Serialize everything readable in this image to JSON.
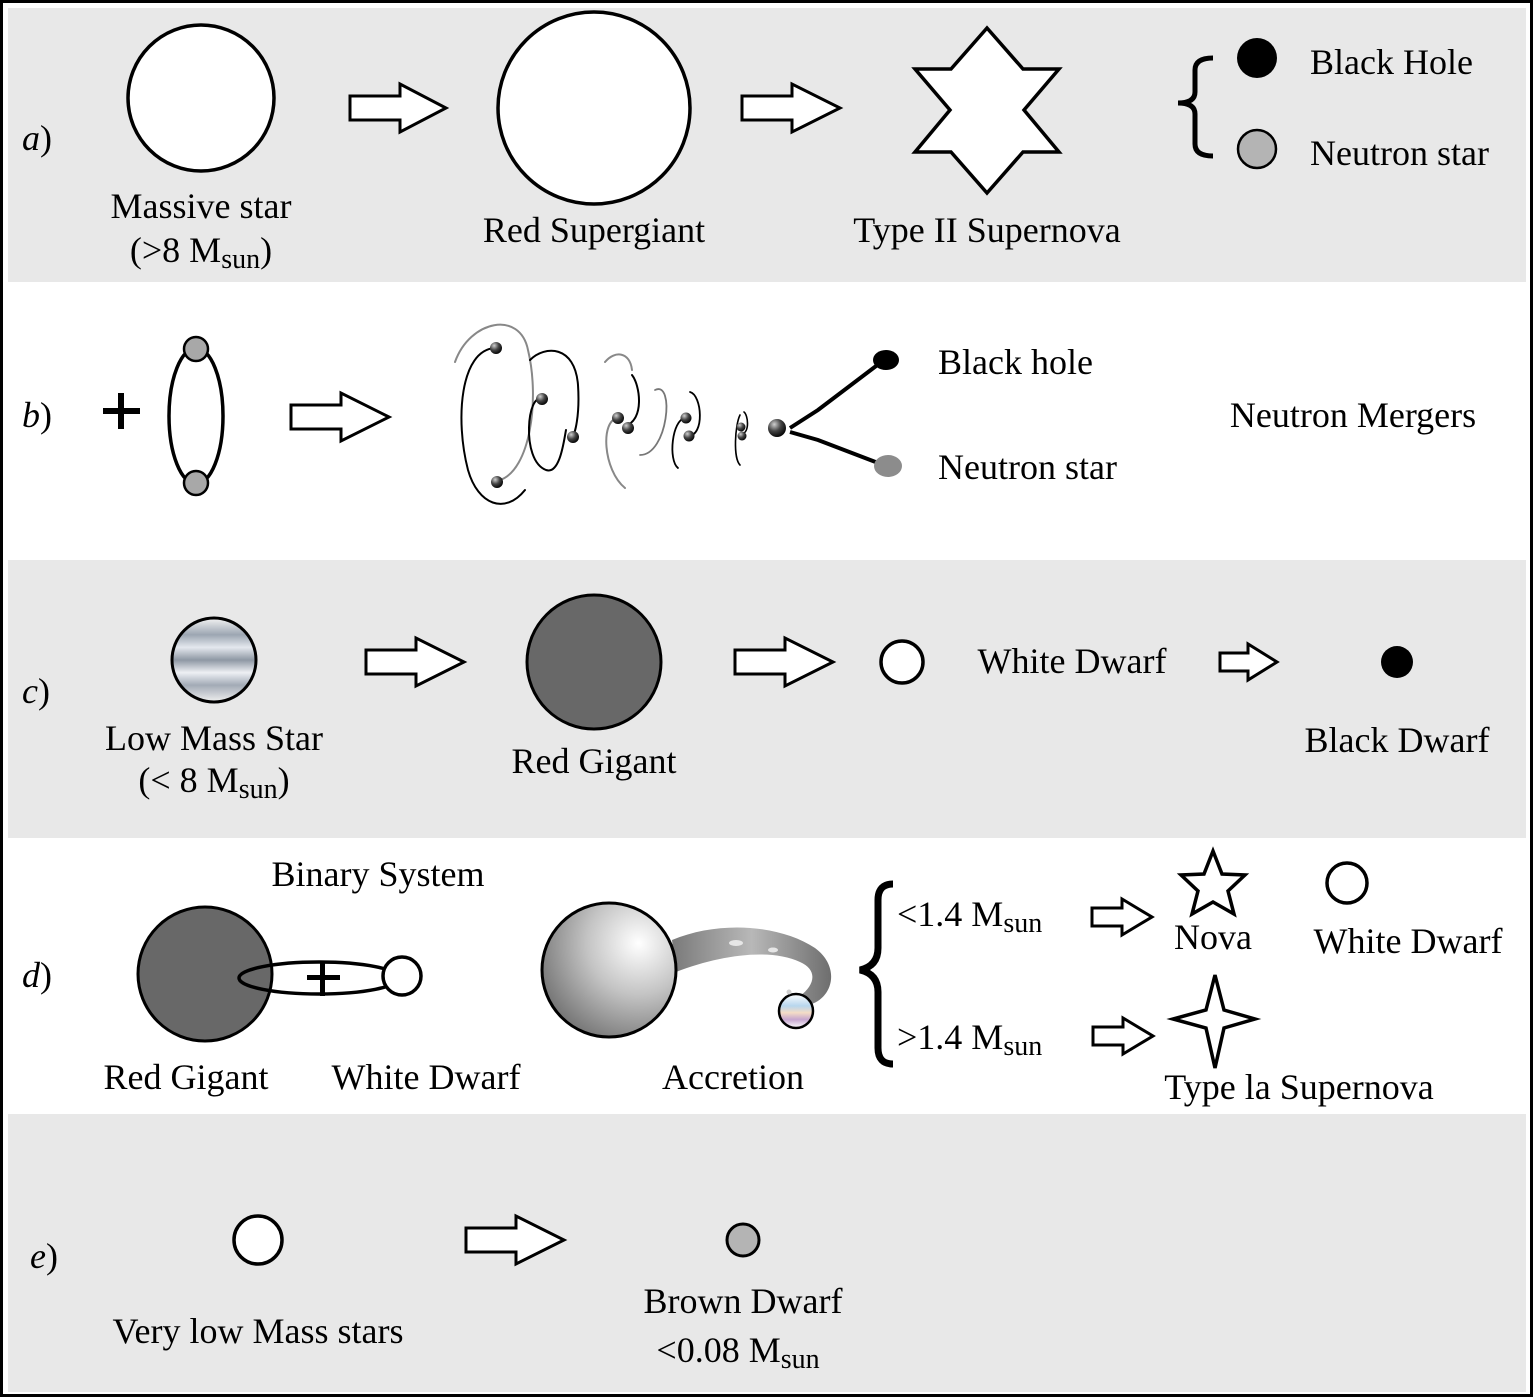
{
  "colors": {
    "panel_shaded": "#e8e8e8",
    "panel_white": "#ffffff",
    "black": "#000000",
    "neutron_gray": "#b4b4b4",
    "red_gigant_gray": "#686868"
  },
  "rows": {
    "a": {
      "label_letter": "a",
      "label_paren": ")",
      "massive_star": "Massive star",
      "massive_star_mass_prefix": "(>8 M",
      "massive_star_mass_sub": "sun",
      "massive_star_mass_suffix": ")",
      "red_supergiant": "Red Supergiant",
      "supernova": "Type II Supernova",
      "black_hole": "Black Hole",
      "neutron_star": "Neutron star"
    },
    "b": {
      "label_letter": "b",
      "label_paren": ")",
      "black_hole": "Black hole",
      "neutron_star": "Neutron star",
      "title": "Neutron Mergers"
    },
    "c": {
      "label_letter": "c",
      "label_paren": ")",
      "low_mass_star": "Low Mass Star",
      "low_mass_prefix": "(< 8 M",
      "low_mass_sub": "sun",
      "low_mass_suffix": ")",
      "red_gigant": "Red Gigant",
      "white_dwarf": "White Dwarf",
      "black_dwarf": "Black Dwarf"
    },
    "d": {
      "label_letter": "d",
      "label_paren": ")",
      "binary_system": "Binary System",
      "red_gigant": "Red Gigant",
      "white_dwarf": "White Dwarf",
      "accretion": "Accretion",
      "lt_prefix": "<1.4 M",
      "lt_sub": "sun",
      "gt_prefix": ">1.4 M",
      "gt_sub": "sun",
      "nova": "Nova",
      "white_dwarf_result": "White Dwarf",
      "type_ia": "Type la Supernova"
    },
    "e": {
      "label_letter": "e",
      "label_paren": ")",
      "very_low": "Very low Mass stars",
      "brown_dwarf": "Brown Dwarf",
      "brown_prefix": "<0.08 M",
      "brown_sub": "sun"
    }
  }
}
